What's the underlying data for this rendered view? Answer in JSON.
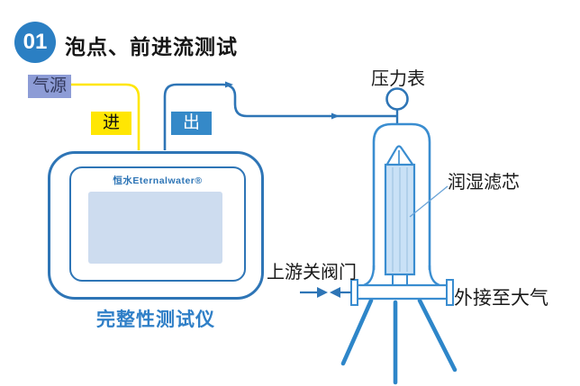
{
  "header": {
    "step_number": "01",
    "title": "泡点、前进流测试"
  },
  "ports": {
    "gas_source": "气源",
    "inlet": "进",
    "outlet": "出"
  },
  "device": {
    "brand": "恒水Eternalwater®",
    "caption": "完整性测试仪"
  },
  "annotations": {
    "pressure_gauge": "压力表",
    "wetted_cartridge": "润湿滤芯",
    "upstream_valve": "上游关阀门",
    "to_atmosphere": "外接至大气"
  },
  "colors": {
    "badge_blue": "#2b7fc3",
    "pipe_blue": "#2e75b6",
    "housing_blue": "#3a8dd0",
    "pipe_yellow": "#ffe603",
    "gas_label_purple": "#8d9cd6",
    "outlet_label_blue": "#3589c8",
    "screen_fill": "#cddcef",
    "cartridge_fill": "#c9e1f6",
    "caption_blue": "#2f7fc7"
  }
}
